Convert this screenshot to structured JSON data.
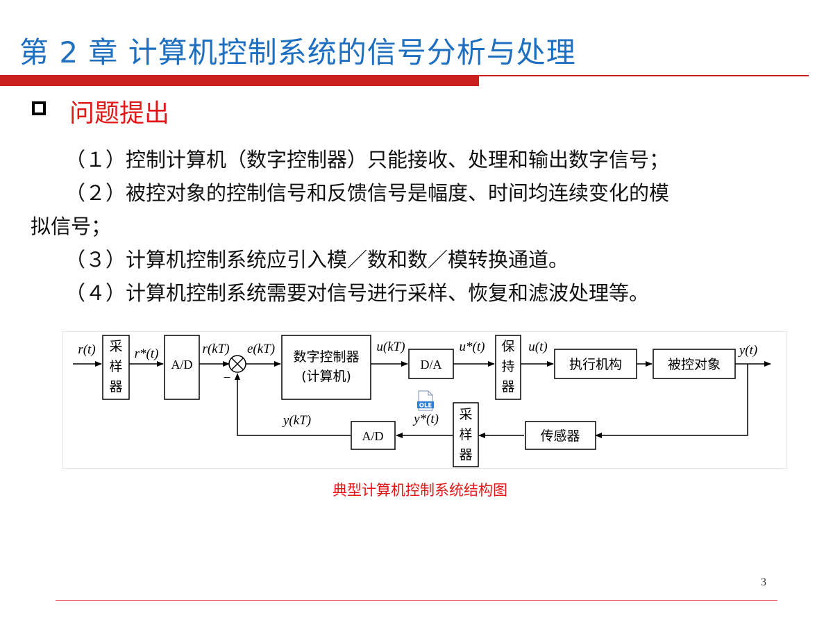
{
  "slide": {
    "title": "第 2 章  计算机控制系统的信号分析与处理",
    "heading": "问题提出",
    "paragraphs": [
      "（１）控制计算机（数字控制器）只能接收、处理和输出数字信号；",
      "（２）被控对象的控制信号和反馈信号是幅度、时间均连续变化的模",
      "拟信号；",
      "（３）计算机控制系统应引入模／数和数／模转换通道。",
      "（４）计算机控制系统需要对信号进行采样、恢复和滤波处理等。"
    ],
    "caption": "典型计算机控制系统结构图",
    "page_number": "3"
  },
  "diagram": {
    "blocks": {
      "sampler1": [
        "采",
        "样",
        "器"
      ],
      "ad1": "A/D",
      "controller": [
        "数字控制器",
        "(计算机)"
      ],
      "da": "D/A",
      "holder": [
        "保",
        "持",
        "器"
      ],
      "actuator": "执行机构",
      "plant": "被控对象",
      "sensor": "传感器",
      "sampler2": [
        "采",
        "样",
        "器"
      ],
      "ad2": "A/D"
    },
    "signals": {
      "r_t": "r(t)",
      "r_star_t": "r*(t)",
      "r_kT": "r(kT)",
      "e_kT": "e(kT)",
      "u_kT": "u(kT)",
      "u_star_t": "u*(t)",
      "u_t": "u(t)",
      "y_t": "y(t)",
      "y_kT": "y(kT)",
      "y_star_t": "y*(t)",
      "minus": "−"
    },
    "ole_label": "OLE"
  },
  "colors": {
    "title": "#1f6fc0",
    "heading": "#e01818",
    "rule": "#cc1f1f",
    "caption": "#e01818"
  }
}
